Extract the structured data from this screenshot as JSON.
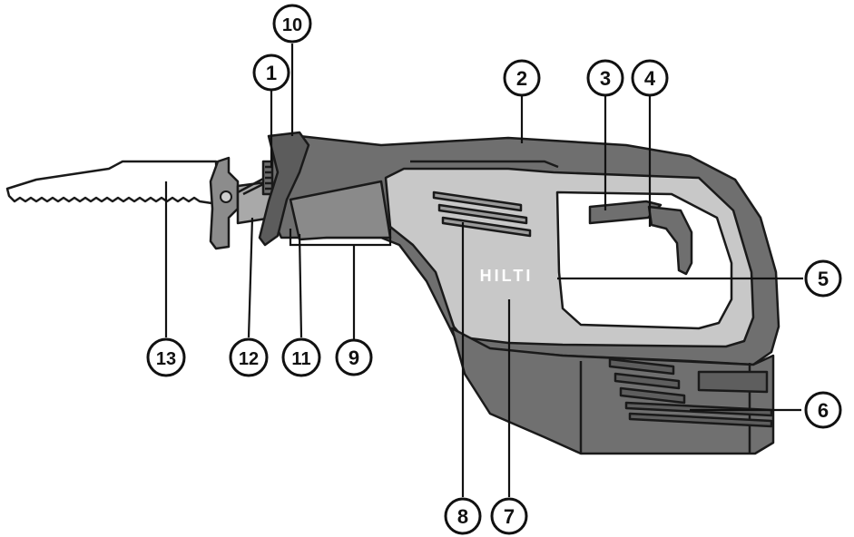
{
  "figure": {
    "logo_text": "HILTI",
    "colors": {
      "body_dark": "#6f6f6f",
      "body_mid": "#8c8c8c",
      "grip_light": "#c8c8c8",
      "blade": "#ffffff",
      "outline": "#1a1a1a"
    },
    "callouts": [
      {
        "label": "1"
      },
      {
        "label": "2"
      },
      {
        "label": "3"
      },
      {
        "label": "4"
      },
      {
        "label": "5"
      },
      {
        "label": "6"
      },
      {
        "label": "7"
      },
      {
        "label": "8"
      },
      {
        "label": "9"
      },
      {
        "label": "10"
      },
      {
        "label": "11"
      },
      {
        "label": "12"
      },
      {
        "label": "13"
      }
    ]
  }
}
